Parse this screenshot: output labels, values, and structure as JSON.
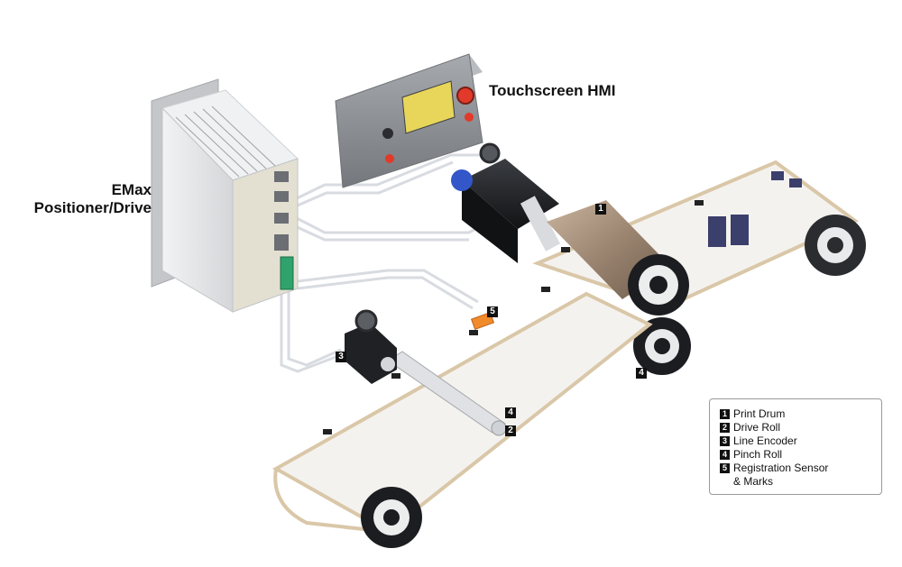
{
  "callouts": {
    "hmi": "Touchscreen HMI",
    "drive_line1": "EMax",
    "drive_line2": "Positioner/Drive"
  },
  "badges": {
    "print_drum": "1",
    "drive_roll": "2",
    "line_encoder": "3",
    "pinch_roll": "4",
    "registration": "5"
  },
  "legend": {
    "items": [
      {
        "num": "1",
        "label": "Print Drum"
      },
      {
        "num": "2",
        "label": "Drive Roll"
      },
      {
        "num": "3",
        "label": "Line Encoder"
      },
      {
        "num": "4",
        "label": "Pinch Roll"
      },
      {
        "num": "5",
        "label": "Registration Sensor"
      }
    ],
    "continuation": "& Marks"
  },
  "colors": {
    "belt": "#f4f2ee",
    "belt_edge": "#d9c7a8",
    "motor_body": "#1f2124",
    "drum": "#9a8470",
    "hmi_body": "#8c8f94",
    "drive_body": "#e6e7e9",
    "connector_green": "#2fa36b"
  },
  "icons": [
    "estop-icon",
    "hmi-button-icon",
    "roller-icon",
    "sensor-icon"
  ]
}
